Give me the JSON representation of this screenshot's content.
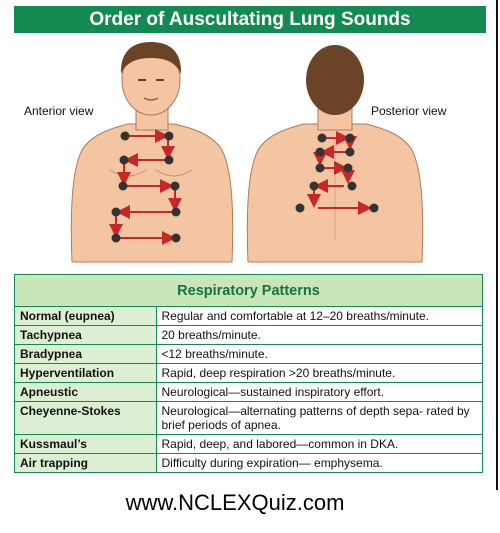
{
  "header": {
    "title": "Order of Auscultating Lung Sounds"
  },
  "figure": {
    "anterior_label": "Anterior view",
    "posterior_label": "Posterior view",
    "colors": {
      "skin": "#f4c5a3",
      "hair": "#6b4327",
      "dot": "#333333",
      "arrow": "#c62828"
    }
  },
  "patterns": {
    "heading": "Respiratory Patterns",
    "rows": [
      {
        "name": "Normal (eupnea)",
        "description": "Regular and comfortable at 12–20 breaths/minute."
      },
      {
        "name": "Tachypnea",
        "description": "20 breaths/minute."
      },
      {
        "name": "Bradypnea",
        "description": "<12 breaths/minute."
      },
      {
        "name": "Hyperventilation",
        "description": "Rapid, deep respiration >20 breaths/minute."
      },
      {
        "name": "Apneustic",
        "description": "Neurological—sustained inspiratory effort."
      },
      {
        "name": "Cheyenne-Stokes",
        "description": "Neurological—alternating patterns of depth sepa- rated by brief periods of apnea."
      },
      {
        "name": "Kussmaul’s",
        "description": "Rapid, deep, and labored—common in DKA."
      },
      {
        "name": "Air trapping",
        "description": "Difficulty during expiration— emphysema."
      }
    ]
  },
  "footer": {
    "url": "www.NCLEXQuiz.com"
  }
}
